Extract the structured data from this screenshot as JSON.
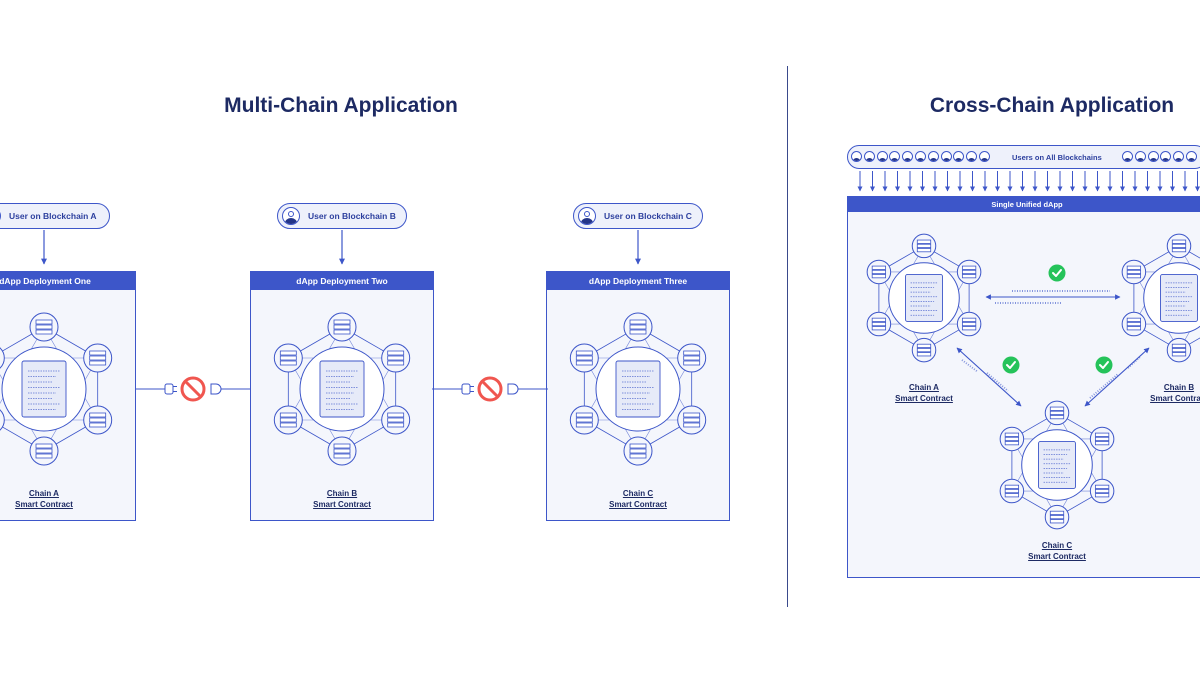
{
  "multi_chain": {
    "title": "Multi-Chain Application",
    "users": [
      "User on Blockchain A",
      "User on Blockchain B",
      "User on Blockchain C"
    ],
    "deployments": [
      "dApp Deployment One",
      "dApp Deployment Two",
      "dApp Deployment Three"
    ],
    "chains": [
      {
        "name": "Chain A",
        "subtitle": "Smart Contract"
      },
      {
        "name": "Chain B",
        "subtitle": "Smart Contract"
      },
      {
        "name": "Chain C",
        "subtitle": "Smart Contract"
      }
    ],
    "connection_icons": [
      "plug-icon",
      "prohibited-icon",
      "socket-icon"
    ]
  },
  "cross_chain": {
    "title": "Cross-Chain Application",
    "users_label": "Users on All Blockchains",
    "dapp_label": "Single Unified dApp",
    "chains": [
      {
        "name": "Chain A",
        "subtitle": "Smart Contract"
      },
      {
        "name": "Chain B",
        "subtitle": "Smart Contract"
      },
      {
        "name": "Chain C",
        "subtitle": "Smart Contract"
      }
    ],
    "link_icons": [
      "checkmark-icon",
      "checkmark-icon",
      "checkmark-icon"
    ]
  },
  "colors": {
    "primary": "#3d56c9",
    "dark_navy": "#1d2a63",
    "panel_bg": "#f4f6fc",
    "prohibited_red": "#f0564f",
    "check_green": "#25c35a"
  }
}
